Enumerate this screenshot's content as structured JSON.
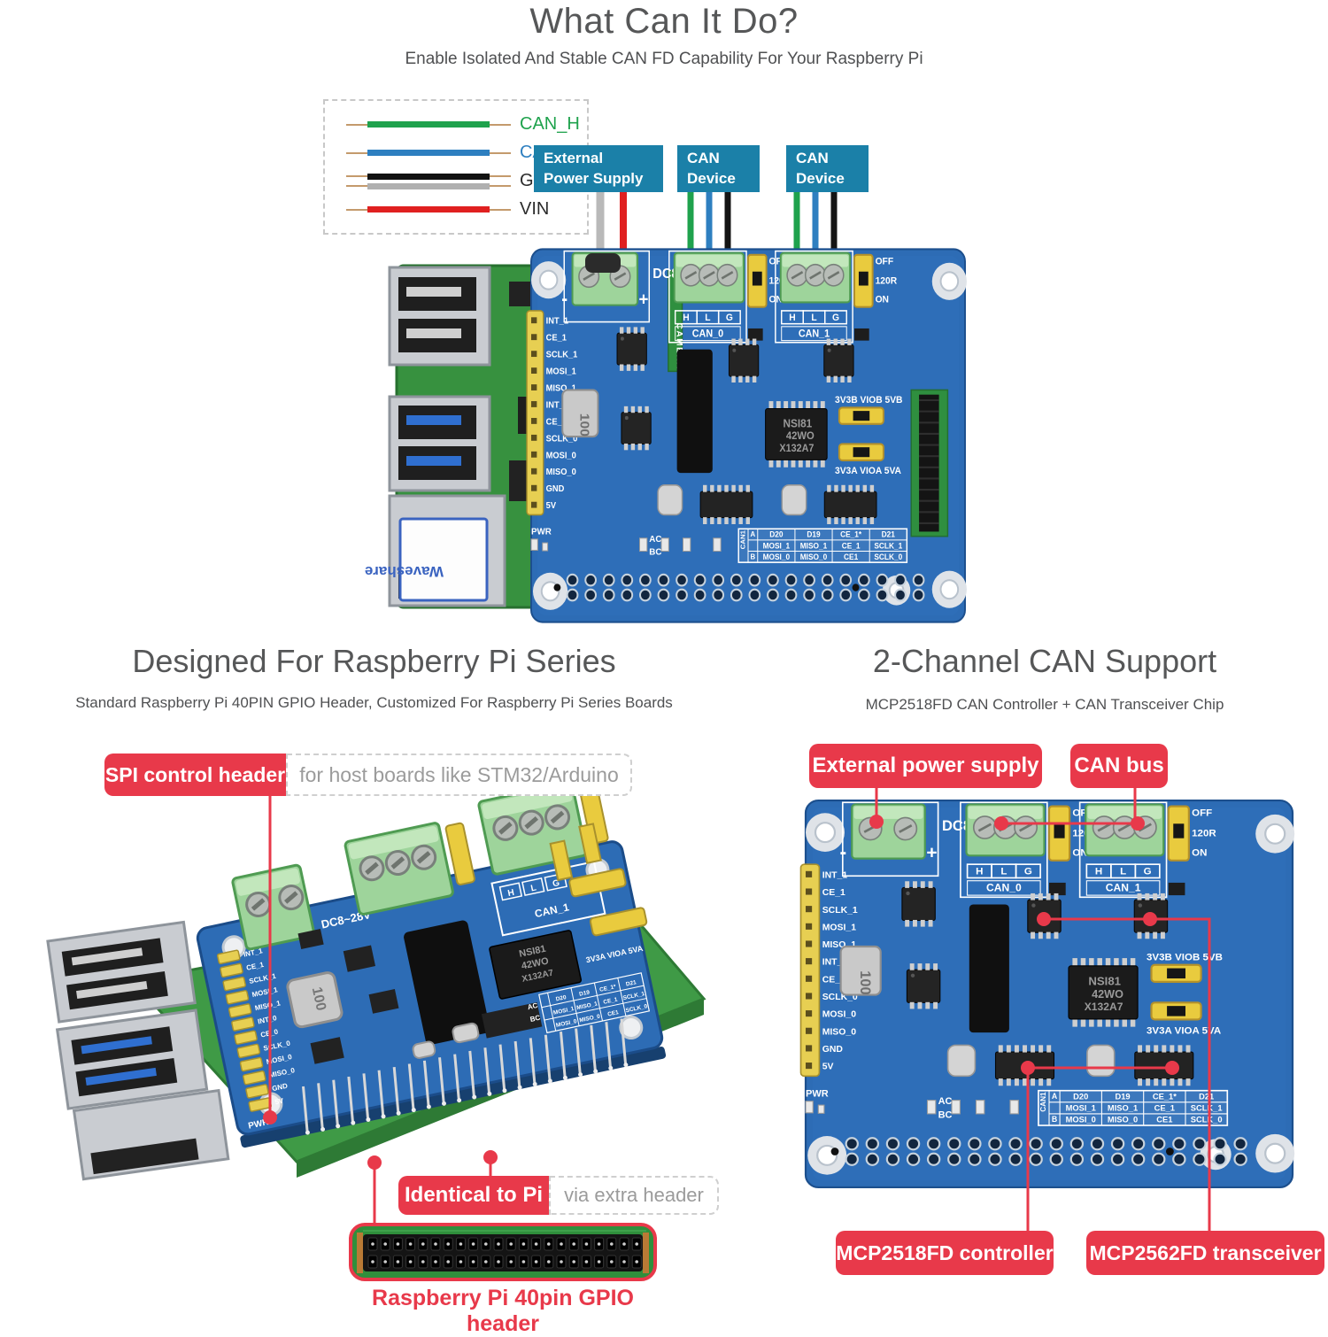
{
  "header": {
    "title": "What Can It Do?",
    "subtitle": "Enable Isolated And Stable CAN FD Capability For Your Raspberry Pi"
  },
  "legend": {
    "items": [
      {
        "label": "CAN_H",
        "wire": "#1fa24d",
        "text": "#1fa24d"
      },
      {
        "label": "CAN_L",
        "wire": "#2e7fc0",
        "text": "#2e7fc0"
      },
      {
        "label": "GND",
        "wire": "#121212",
        "wire2": "#b0b0b0",
        "text": "#2b2b2b"
      },
      {
        "label": "VIN",
        "wire": "#e02020",
        "text": "#2b2b2b"
      }
    ]
  },
  "device_boxes": [
    {
      "lines": [
        "External",
        "Power Supply"
      ],
      "wires": [
        "#b9b9b9",
        "#e02020"
      ]
    },
    {
      "lines": [
        "CAN",
        "Device"
      ],
      "wires": [
        "#1fa24d",
        "#2e7fc0",
        "#141414"
      ]
    },
    {
      "lines": [
        "CAN",
        "Device"
      ],
      "wires": [
        "#1fa24d",
        "#2e7fc0",
        "#141414"
      ]
    }
  ],
  "board": {
    "dc_label": "DC8~28V",
    "minus": "-",
    "plus": "+",
    "hlg": [
      "H",
      "L",
      "G"
    ],
    "can0": "CAN_0",
    "can1": "CAN_1",
    "sw": [
      "OFF",
      "120R",
      "ON"
    ],
    "left_pins": [
      "INT_1",
      "CE_1",
      "SCLK_1",
      "MOSI_1",
      "MISO_1",
      "INT_0",
      "CE_0",
      "SCLK_0",
      "MOSI_0",
      "MISO_0",
      "GND",
      "5V"
    ],
    "pwr": "PWR",
    "inductor": "100",
    "camera": "CAMERA",
    "iso_chip": [
      "NSI81",
      "42WO",
      "X132A7"
    ],
    "vio_b": "3V3B VIOB 5VB",
    "vio_a": "3V3A VIOA 5VA",
    "leds": [
      "AC",
      "BC"
    ],
    "table": {
      "side": "CAN1",
      "tags": [
        "A",
        "",
        "B"
      ],
      "rows": [
        [
          "D20",
          "D19",
          "CE_1*",
          "D21"
        ],
        [
          "MOSI_1",
          "MISO_1",
          "CE_1",
          "SCLK_1"
        ],
        [
          "MOSI_0",
          "MISO_0",
          "CE1",
          "SCLK_0"
        ]
      ]
    },
    "brand": "Waveshare"
  },
  "left_section": {
    "title": "Designed For Raspberry Pi Series",
    "subtitle": "Standard Raspberry Pi 40PIN GPIO Header, Customized For Raspberry Pi Series Boards",
    "callout_spi": {
      "label": "SPI control header",
      "note": "for host boards like STM32/Arduino"
    },
    "callout_identical": {
      "label": "Identical to Pi",
      "note": "via extra header"
    },
    "gpio_caption": "Raspberry Pi 40pin GPIO header"
  },
  "right_section": {
    "title": "2-Channel CAN Support",
    "subtitle": "MCP2518FD CAN Controller + CAN Transceiver Chip",
    "callout_power": "External power supply",
    "callout_canbus": "CAN bus",
    "callout_controller": "MCP2518FD controller",
    "callout_transceiver": "MCP2562FD transceiver"
  },
  "colors": {
    "red": "#e8394a",
    "teal": "#1b80a8",
    "pcb_blue": "#2d6cb5",
    "pi_green": "#3f9a46",
    "jumper_yellow": "#e9cb3e",
    "terminal_green": "#9ed49b"
  }
}
